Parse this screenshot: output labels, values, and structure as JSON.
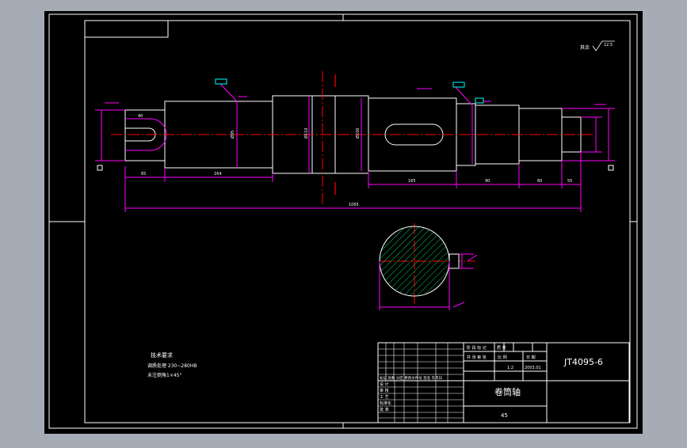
{
  "drawing": {
    "drawing_number": "JT4095-6",
    "part_name": "卷筒轴",
    "material": "45",
    "scale": "1:2",
    "date": "2003.01",
    "roughness_note": "其余",
    "roughness_value": "12.5",
    "tech_requirements": {
      "title": "技术要求",
      "line1": "调质处理  230~280HB",
      "line2": "未注倒角1×45°"
    },
    "dimensions": {
      "d1": "40",
      "d2": "Ø95",
      "d3": "Ø110",
      "d4": "Ø100",
      "l1": "65",
      "l2": "164",
      "l3": "165",
      "l4": "90",
      "l5": "60",
      "l6": "55",
      "total": "1065"
    },
    "title_block": {
      "hdr_stage": "阶 段 标 记",
      "hdr_weight": "质 量",
      "hdr_scale": "比 例",
      "hdr_sheet": "共 张 第 张",
      "hdr_date": "日 期",
      "rev": "标记 处数 分区 更改文件号 签名 年月日",
      "r1": "设 计",
      "r2": "审 核",
      "r3": "工 艺",
      "r4": "标准化",
      "r5": "批 准"
    }
  }
}
